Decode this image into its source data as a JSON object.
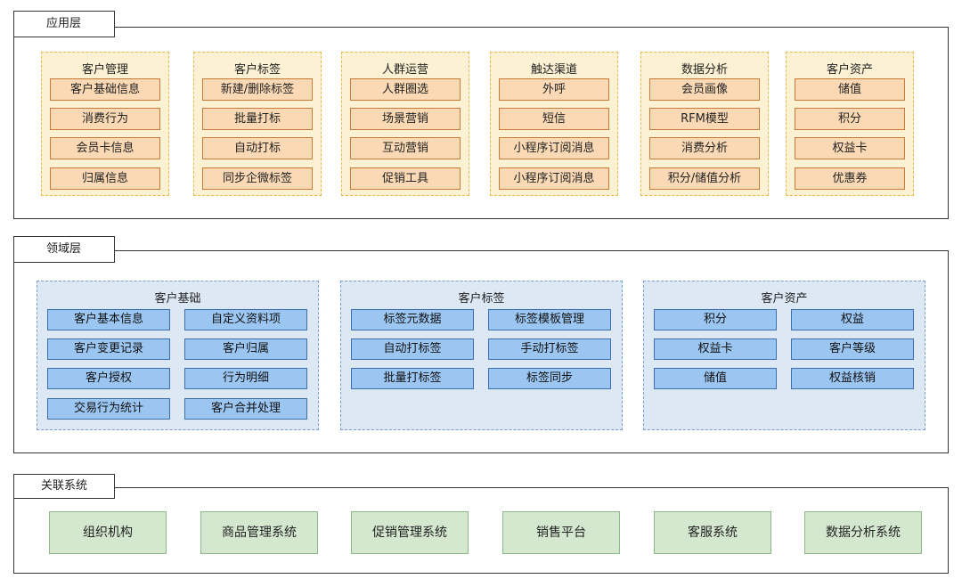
{
  "application_layer": {
    "label": "应用层",
    "groups": [
      {
        "title": "客户管理",
        "items": [
          "客户基础信息",
          "消费行为",
          "会员卡信息",
          "归属信息"
        ]
      },
      {
        "title": "客户标签",
        "items": [
          "新建/删除标签",
          "批量打标",
          "自动打标",
          "同步企微标签"
        ]
      },
      {
        "title": "人群运营",
        "items": [
          "人群圈选",
          "场景营销",
          "互动营销",
          "促销工具"
        ]
      },
      {
        "title": "触达渠道",
        "items": [
          "外呼",
          "短信",
          "小程序订阅消息",
          "小程序订阅消息"
        ]
      },
      {
        "title": "数据分析",
        "items": [
          "会员画像",
          "RFM模型",
          "消费分析",
          "积分/储值分析"
        ]
      },
      {
        "title": "客户资产",
        "items": [
          "储值",
          "积分",
          "权益卡",
          "优惠券"
        ]
      }
    ]
  },
  "domain_layer": {
    "label": "领域层",
    "groups": [
      {
        "title": "客户基础",
        "items": [
          "客户基本信息",
          "自定义资料项",
          "客户变更记录",
          "客户归属",
          "客户授权",
          "行为明细",
          "交易行为统计",
          "客户合并处理"
        ]
      },
      {
        "title": "客户标签",
        "items": [
          "标签元数据",
          "标签模板管理",
          "自动打标签",
          "手动打标签",
          "批量打标签",
          "标签同步"
        ]
      },
      {
        "title": "客户资产",
        "items": [
          "积分",
          "权益",
          "权益卡",
          "客户等级",
          "储值",
          "权益核销"
        ]
      }
    ]
  },
  "related_systems": {
    "label": "关联系统",
    "items": [
      "组织机构",
      "商品管理系统",
      "促销管理系统",
      "销售平台",
      "客服系统",
      "数据分析系统"
    ]
  }
}
